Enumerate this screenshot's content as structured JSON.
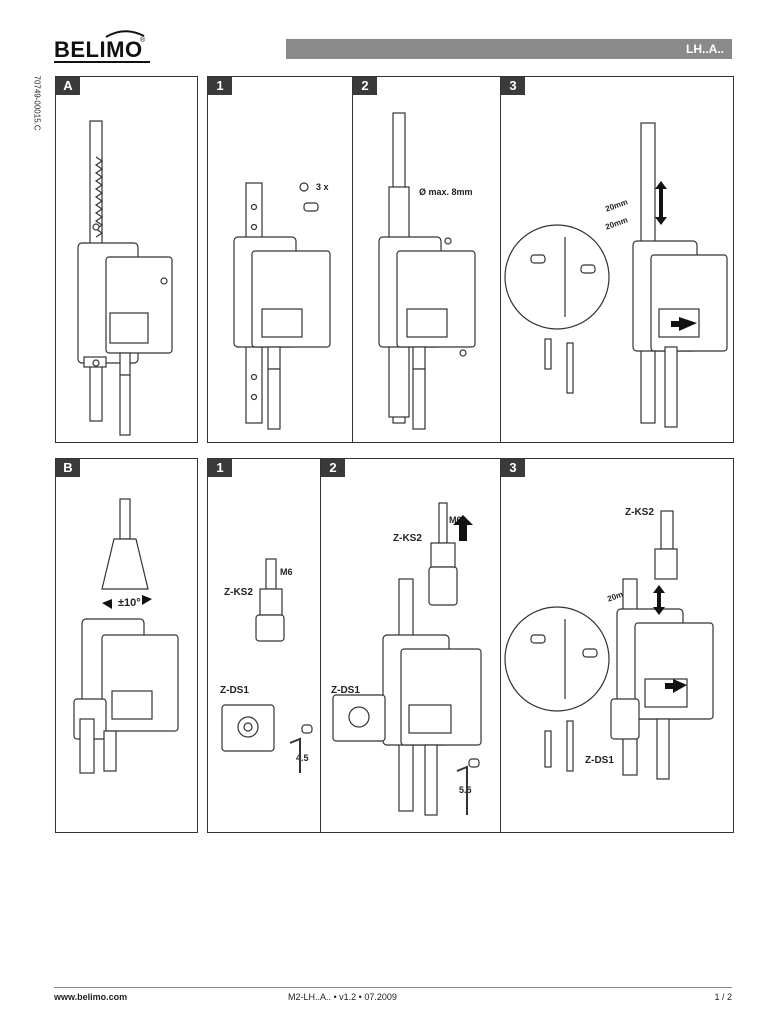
{
  "header": {
    "logo_text": "BELIMO",
    "logo_registered": "®",
    "title": "LH..A.."
  },
  "doc_id": "70749-00015.C",
  "top_row": {
    "panels": [
      {
        "tag": "A"
      },
      {
        "tag": "1",
        "labels": [
          "3 x"
        ]
      },
      {
        "tag": "2",
        "labels": [
          "Ø max. 8mm"
        ]
      },
      {
        "tag": "3",
        "labels": [
          "20mm",
          "20mm"
        ]
      }
    ]
  },
  "bottom_row": {
    "panels": [
      {
        "tag": "B",
        "labels": [
          "±10°"
        ]
      },
      {
        "tag": "1",
        "labels": [
          "M6",
          "Z-KS2",
          "Z-DS1",
          "4.5"
        ]
      },
      {
        "tag": "2",
        "labels": [
          "M6",
          "Z-KS2",
          "Z-DS1",
          "5.5"
        ]
      },
      {
        "tag": "3",
        "labels": [
          "Z-KS2",
          "20mm",
          "Z-DS1"
        ]
      }
    ]
  },
  "footer": {
    "website": "www.belimo.com",
    "doc_code": "M2-LH..A.. • v1.2 • 07.2009",
    "page": "1 / 2"
  }
}
